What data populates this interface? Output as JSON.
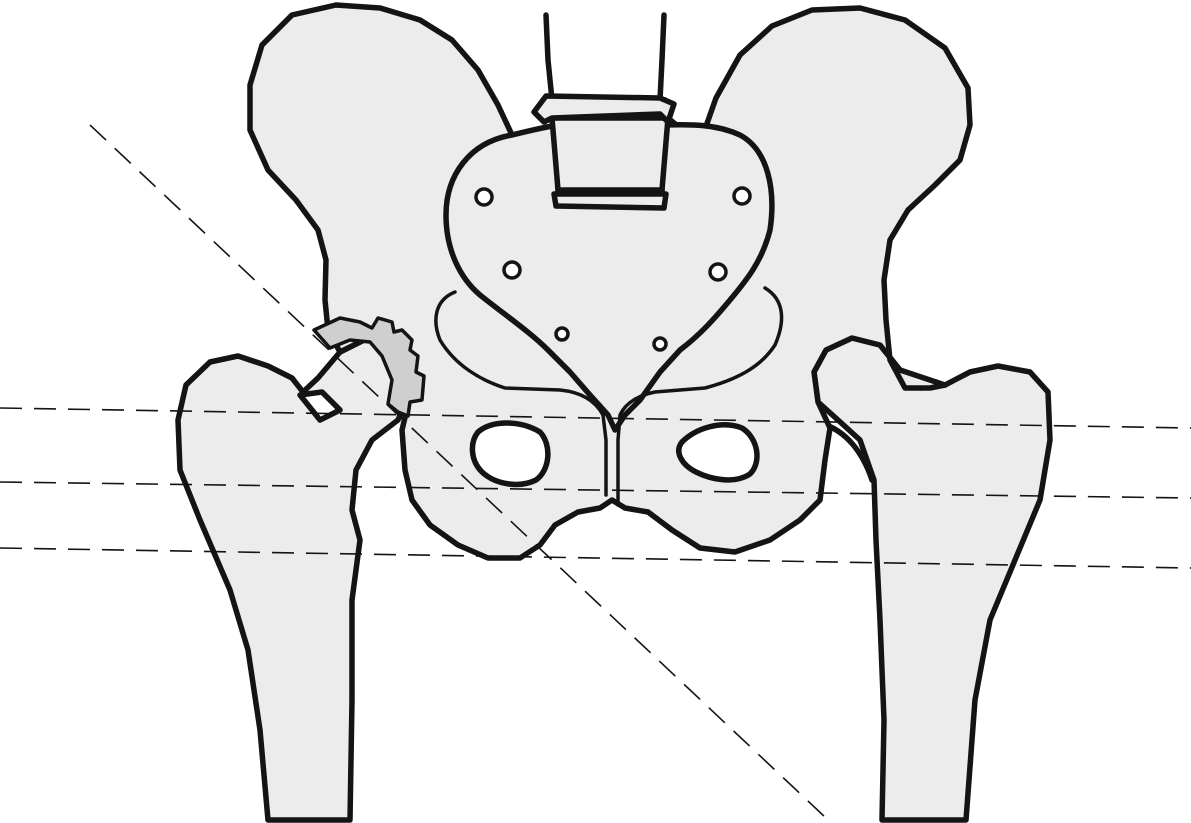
{
  "figure": {
    "subject": "pelvis-and-proximal-femurs",
    "colors": {
      "outline": "#141414",
      "bone_fill": "#ececec",
      "fragment_fill": "#cfcfcf",
      "background": "#ffffff"
    }
  },
  "reference_lines": {
    "horizontal_count": 3,
    "diagonal_count": 1
  }
}
